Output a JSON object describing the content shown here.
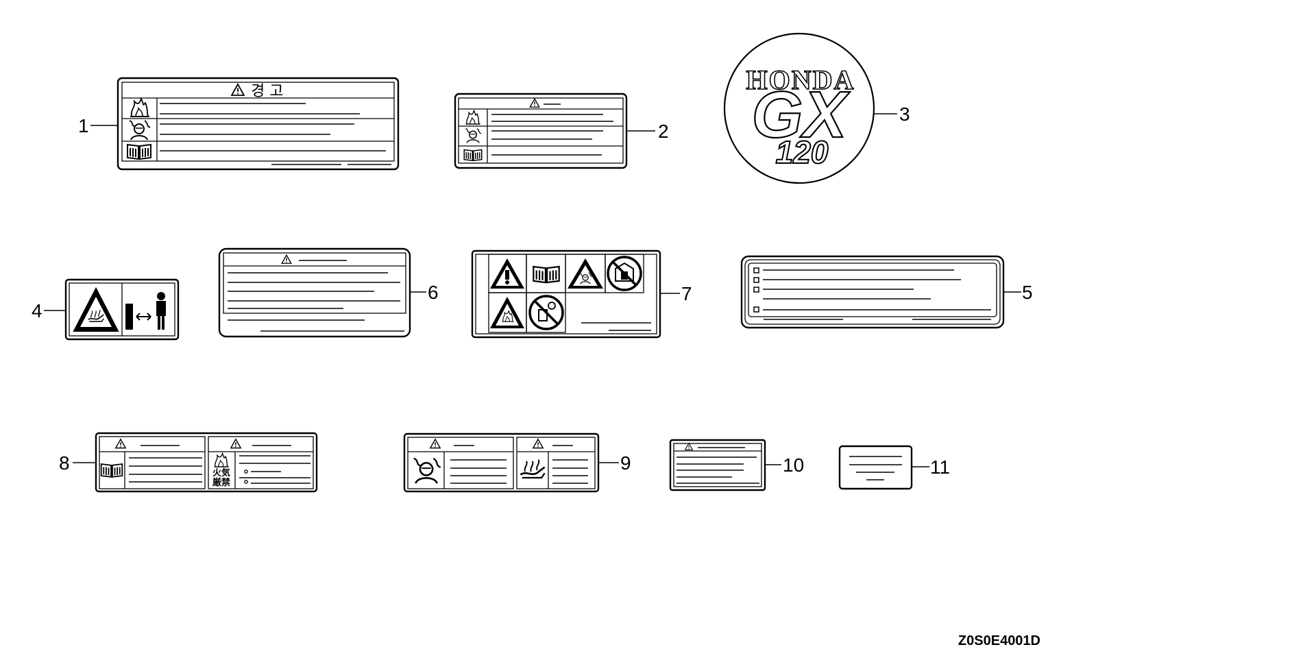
{
  "diagram": {
    "parts": [
      {
        "callout": "1"
      },
      {
        "callout": "2"
      },
      {
        "callout": "3",
        "brand": "HONDA",
        "series": "GX",
        "model": "120"
      },
      {
        "callout": "4"
      },
      {
        "callout": "5"
      },
      {
        "callout": "6"
      },
      {
        "callout": "7"
      },
      {
        "callout": "8"
      },
      {
        "callout": "9"
      },
      {
        "callout": "10"
      },
      {
        "callout": "11"
      }
    ],
    "label1_heading": "경 고",
    "label8_kanji_line1": "火気",
    "label8_kanji_line2": "厳禁",
    "diagram_code": "Z0S0E4001D"
  }
}
